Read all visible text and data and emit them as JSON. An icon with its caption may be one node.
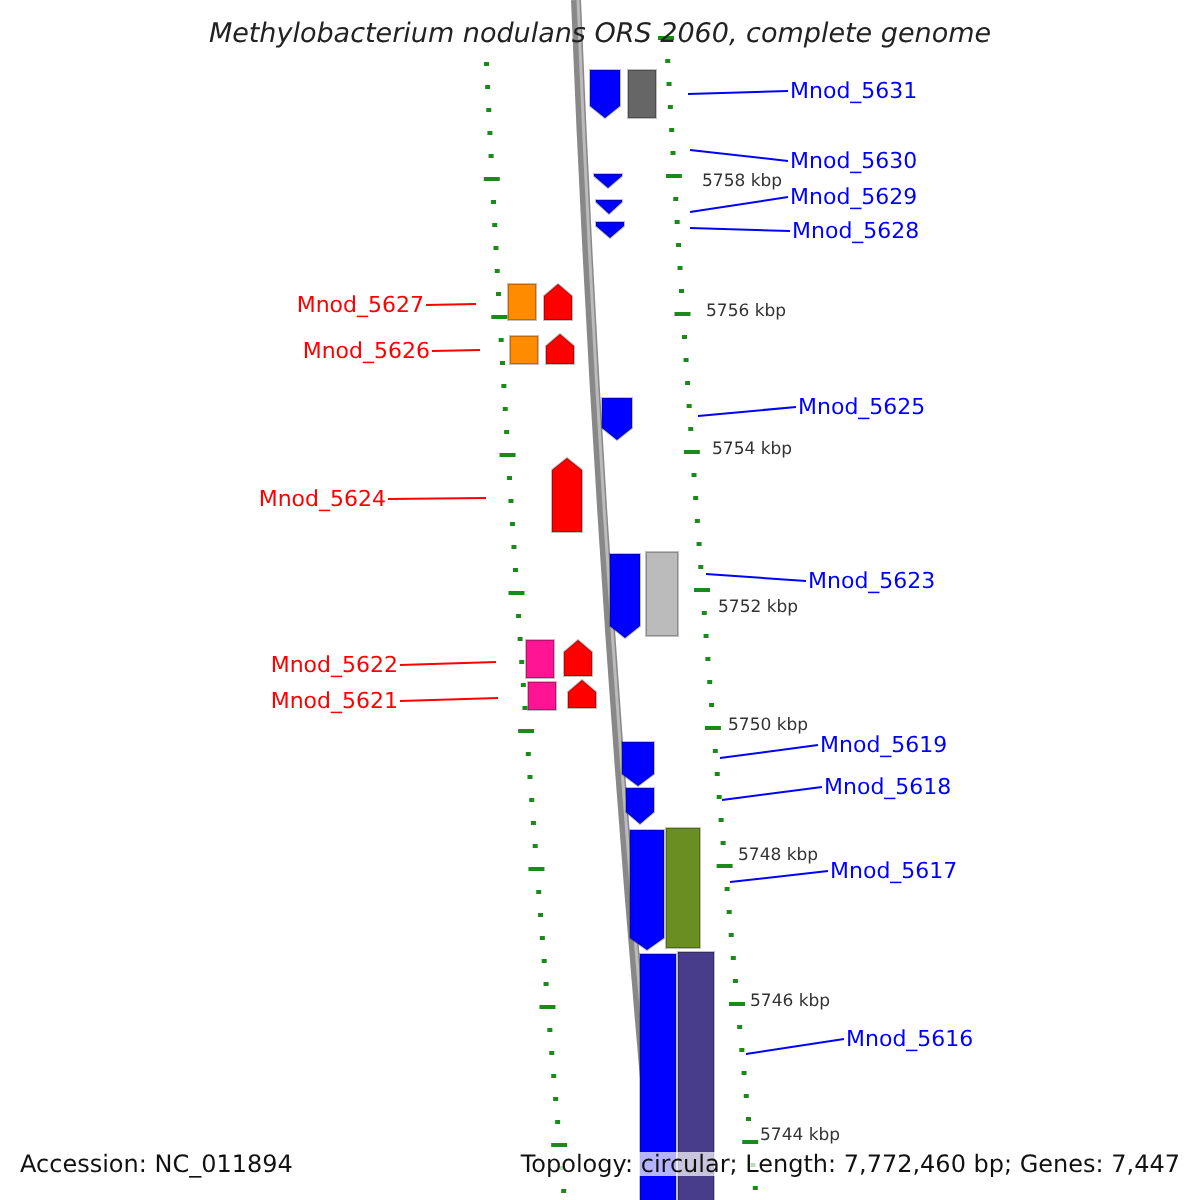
{
  "diagram": {
    "title": "Methylobacterium nodulans ORS 2060, complete genome",
    "nodes": [
      {
        "text": [
          "Mnod_5631"
        ]
      },
      {
        "text": [
          "Mnod_5630"
        ]
      },
      {
        "text": [
          "Mnod_5629"
        ]
      },
      {
        "text": [
          "Mnod_5628"
        ]
      },
      {
        "text": [
          "Mnod_5627"
        ]
      },
      {
        "text": [
          "Mnod_5626"
        ]
      },
      {
        "text": [
          "Mnod_5625"
        ]
      },
      {
        "text": [
          "Mnod_5624"
        ]
      },
      {
        "text": [
          "Mnod_5623"
        ]
      },
      {
        "text": [
          "Mnod_5622"
        ]
      },
      {
        "text": [
          "Mnod_5621"
        ]
      },
      {
        "text": [
          "Mnod_5619"
        ]
      },
      {
        "text": [
          "Mnod_5618"
        ]
      },
      {
        "text": [
          "Mnod_5617"
        ]
      },
      {
        "text": [
          "Mnod_5616"
        ]
      }
    ],
    "edges": [
      {
        "from": 0,
        "to": null,
        "arrow": "none"
      },
      {
        "from": 1,
        "to": null,
        "arrow": "none"
      },
      {
        "from": 2,
        "to": null,
        "arrow": "none"
      },
      {
        "from": 3,
        "to": null,
        "arrow": "none"
      },
      {
        "from": 4,
        "to": null,
        "arrow": "none",
        "color": "#ff0000"
      },
      {
        "from": 5,
        "to": null,
        "arrow": "none",
        "color": "#ff0000"
      },
      {
        "from": 6,
        "to": null,
        "arrow": "none"
      },
      {
        "from": 7,
        "to": null,
        "arrow": "none",
        "color": "#ff0000"
      },
      {
        "from": 8,
        "to": null,
        "arrow": "none"
      },
      {
        "from": 9,
        "to": null,
        "arrow": "none",
        "color": "#ff0000"
      },
      {
        "from": 10,
        "to": null,
        "arrow": "none",
        "color": "#ff0000"
      },
      {
        "from": 11,
        "to": null,
        "arrow": "none"
      },
      {
        "from": 12,
        "to": null,
        "arrow": "none"
      },
      {
        "from": 13,
        "to": null,
        "arrow": "none"
      },
      {
        "from": 14,
        "to": null,
        "arrow": "none"
      }
    ],
    "labels": [
      "5758 kbp",
      "5756 kbp",
      "5754 kbp",
      "5752 kbp",
      "5750 kbp",
      "5748 kbp",
      "5746 kbp",
      "5744 kbp",
      "Accession: NC_011894",
      "Topology: circular; Length: 7,772,460 bp; Genes: 7,447"
    ]
  }
}
